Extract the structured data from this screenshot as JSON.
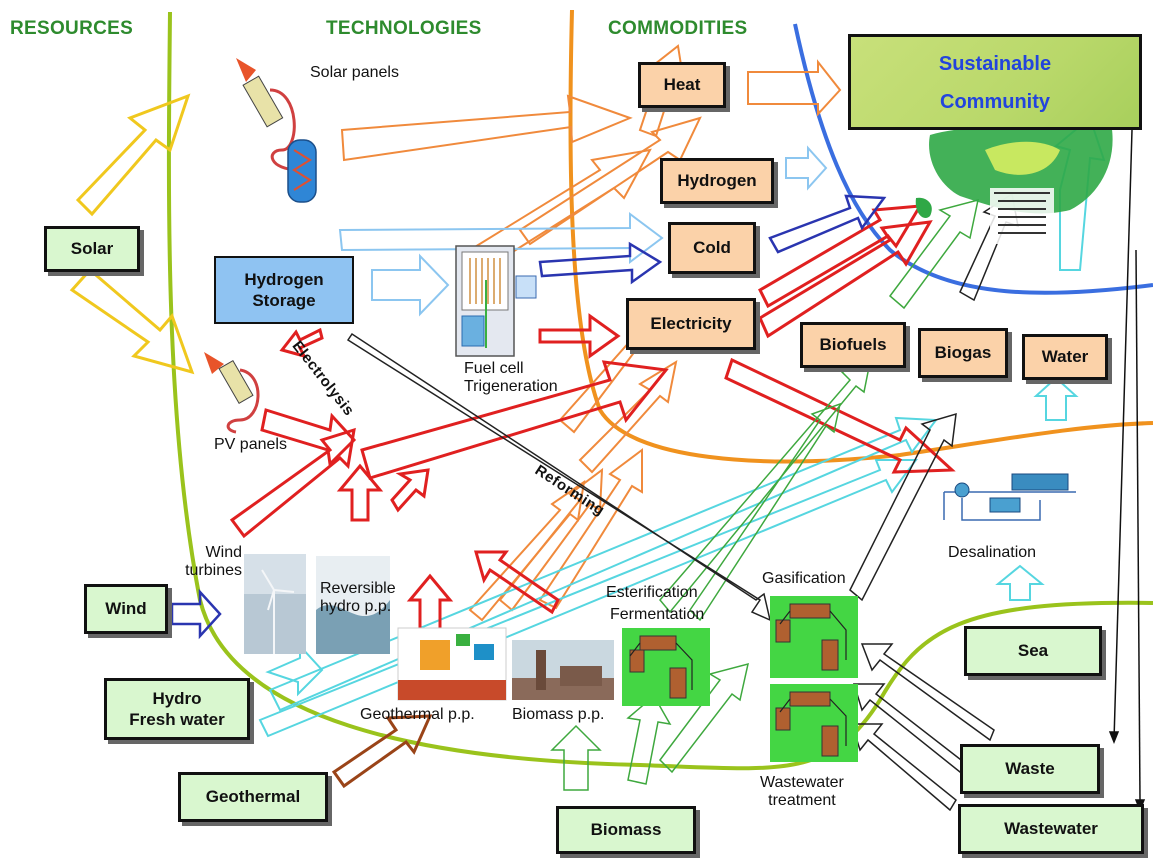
{
  "headers": {
    "resources": "RESOURCES",
    "technologies": "TECHNOLOGIES",
    "commodities": "COMMODITIES"
  },
  "resources": {
    "solar": "Solar",
    "wind": "Wind",
    "hydro_line1": "Hydro",
    "hydro_line2": "Fresh water",
    "geothermal": "Geothermal",
    "biomass": "Biomass",
    "sea": "Sea",
    "waste": "Waste",
    "wastewater": "Wastewater"
  },
  "storage": {
    "line1": "Hydrogen",
    "line2": "Storage"
  },
  "commodities": {
    "heat": "Heat",
    "hydrogen": "Hydrogen",
    "cold": "Cold",
    "electricity": "Electricity",
    "biofuels": "Biofuels",
    "biogas": "Biogas",
    "water": "Water"
  },
  "target": {
    "line1": "Sustainable",
    "line2": "Community"
  },
  "technologies": {
    "solar_panels": "Solar panels",
    "pv_panels": "PV panels",
    "fuel_cell_line1": "Fuel cell",
    "fuel_cell_line2": "Trigeneration",
    "wind_line1": "Wind",
    "wind_line2": "turbines",
    "rev_hydro_line1": "Reversible",
    "rev_hydro_line2": "hydro p.p.",
    "geothermal_pp": "Geothermal p.p.",
    "biomass_pp": "Biomass p.p.",
    "esterification": "Esterification",
    "fermentation": "Fermentation",
    "gasification": "Gasification",
    "desalination": "Desalination",
    "wastewater_line1": "Wastewater",
    "wastewater_line2": "treatment"
  },
  "processes": {
    "electrolysis": "Electrolysis",
    "reforming": "Reforming"
  },
  "colors": {
    "header_green": "#2e8b2e",
    "resource_fill": "#d9f7cf",
    "commodity_fill": "#fbd2a9",
    "storage_fill": "#8fc3f2",
    "boundary_green": "#9ac31c",
    "boundary_orange": "#f0921e",
    "boundary_blue": "#3a6ee0",
    "electric_red": "#e02020",
    "heat_orange": "#f08a3c"
  }
}
